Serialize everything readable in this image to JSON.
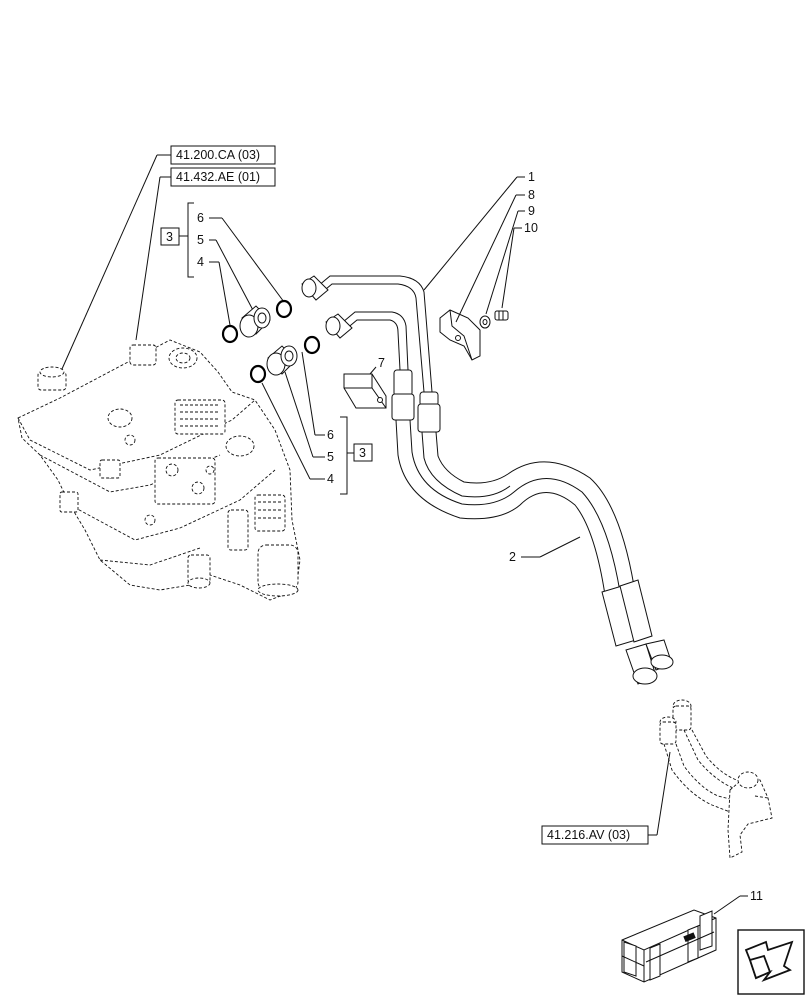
{
  "references": {
    "ref_41200ca": "41.200.CA (03)",
    "ref_41432ae": "41.432.AE (01)",
    "ref_41216av": "41.216.AV (03)"
  },
  "group_top": {
    "box": "3",
    "items": [
      "6",
      "5",
      "4"
    ]
  },
  "group_bottom": {
    "box": "3",
    "items": [
      "6",
      "5",
      "4"
    ]
  },
  "callouts": {
    "c1": "1",
    "c8": "8",
    "c9": "9",
    "c10": "10",
    "c7": "7",
    "c2": "2",
    "c11": "11"
  },
  "icons": [
    "control-valve-icon",
    "o-ring-icon",
    "adapter-fitting-icon",
    "hydraulic-pipe-icon",
    "hydraulic-hose-icon",
    "pipe-clamp-icon",
    "washer-icon",
    "bolt-icon",
    "spacer-block-icon",
    "kit-crate-icon",
    "navigation-arrow-icon"
  ]
}
